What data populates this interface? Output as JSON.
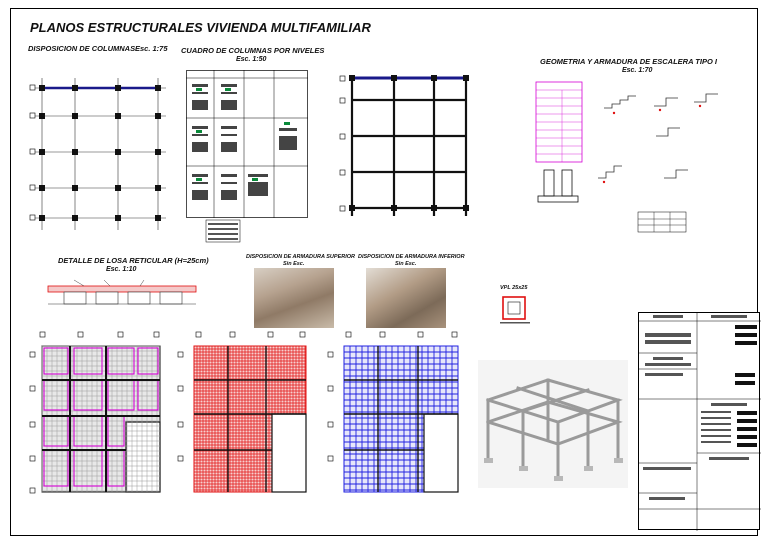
{
  "sheet": {
    "title": "PLANOS ESTRUCTURALES VIVIENDA MULTIFAMILIAR"
  },
  "sections": {
    "columns_layout": {
      "title": "DISPOSICION DE COLUMNAS",
      "scale": "Esc. 1:75"
    },
    "columns_table": {
      "title": "CUADRO DE COLUMNAS POR NIVELES",
      "scale": "Esc. 1:50"
    },
    "stair": {
      "title": "GEOMETRIA Y ARMADURA DE ESCALERA TIPO I",
      "scale": "Esc. 1:70"
    },
    "slab_detail": {
      "title": "DETALLE DE LOSA RETICULAR (H=25cm)",
      "scale": "Esc. 1:10"
    },
    "top_reinforcement": {
      "title": "DISPOSICION DE ARMADURA SUPERIOR",
      "scale": "Sin Esc."
    },
    "bottom_reinforcement": {
      "title": "DISPOSICION DE ARMADURA INFERIOR",
      "scale": "Sin Esc."
    },
    "beam_section": {
      "title": "VPL 25x25"
    }
  },
  "colors": {
    "magenta": "#d400d4",
    "red": "#e01010",
    "blue": "#2020e0",
    "navy": "#1a1a8a",
    "black": "#111111"
  }
}
